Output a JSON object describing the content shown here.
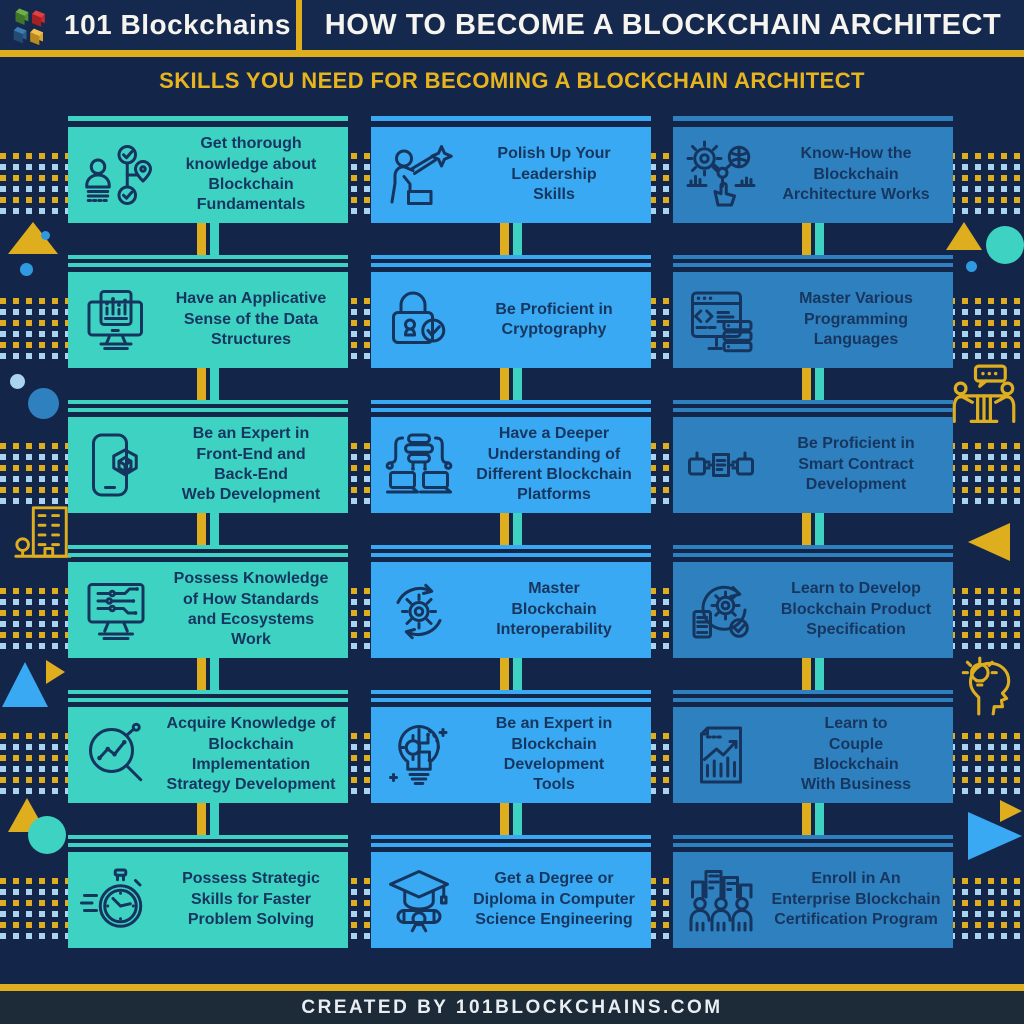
{
  "header": {
    "logo": {
      "text": "101 Blockchains",
      "icon": "logo-cubes"
    },
    "title": "HOW TO BECOME A BLOCKCHAIN ARCHITECT"
  },
  "subtitle": "SKILLS YOU NEED FOR BECOMING A BLOCKCHAIN ARCHITECT",
  "footer": {
    "text": "CREATED BY 101BLOCKCHAINS.COM"
  },
  "colors": {
    "background": "#13264a",
    "accent_yellow": "#dfae1e",
    "teal": "#3ed2c3",
    "blue": "#38a9f2",
    "steel": "#2f80bf",
    "card_text": "#17365f",
    "dot_blue": "#a9d3ef",
    "footer_bg": "#1d2a38"
  },
  "cards": [
    {
      "label": "Get thorough\nknowledge about\nBlockchain\nFundamentals",
      "variant": "teal",
      "icon": "roadmap-person"
    },
    {
      "label": "Polish Up Your\nLeadership\nSkills",
      "variant": "blue",
      "icon": "leadership-star"
    },
    {
      "label": "Know-How the\nBlockchain\nArchitecture Works",
      "variant": "steel",
      "icon": "architecture-gears"
    },
    {
      "label": "Have an Applicative\nSense of the Data\nStructures",
      "variant": "teal",
      "icon": "data-monitor"
    },
    {
      "label": "Be Proficient in\nCryptography",
      "variant": "blue",
      "icon": "cryptography-lock"
    },
    {
      "label": "Master Various\nProgramming\nLanguages",
      "variant": "steel",
      "icon": "code-window"
    },
    {
      "label": "Be an Expert in\nFront-End and\nBack-End\nWeb Development",
      "variant": "teal",
      "icon": "mobile-shield"
    },
    {
      "label": "Have a Deeper\nUnderstanding of\nDifferent Blockchain\nPlatforms",
      "variant": "blue",
      "icon": "platforms-network"
    },
    {
      "label": "Be Proficient in\nSmart Contract\nDevelopment",
      "variant": "steel",
      "icon": "smart-contract-plug"
    },
    {
      "label": "Possess Knowledge\nof How Standards\nand Ecosystems\nWork",
      "variant": "teal",
      "icon": "standards-circuit"
    },
    {
      "label": "Master\nBlockchain\nInteroperability",
      "variant": "blue",
      "icon": "interoperability-gear"
    },
    {
      "label": "Learn to Develop\nBlockchain Product\nSpecification",
      "variant": "steel",
      "icon": "product-spec-cycle"
    },
    {
      "label": "Acquire Knowledge of\nBlockchain\nImplementation\nStrategy Development",
      "variant": "teal",
      "icon": "strategy-magnifier"
    },
    {
      "label": "Be an Expert in\nBlockchain\nDevelopment\nTools",
      "variant": "blue",
      "icon": "devtools-bulb"
    },
    {
      "label": "Learn to\nCouple\nBlockchain\nWith Business",
      "variant": "steel",
      "icon": "business-chart"
    },
    {
      "label": "Possess Strategic\nSkills for Faster\nProblem Solving",
      "variant": "teal",
      "icon": "stopwatch-speed"
    },
    {
      "label": "Get a Degree or\nDiploma in Computer\nScience Engineering",
      "variant": "blue",
      "icon": "degree-diploma"
    },
    {
      "label": "Enroll in An\nEnterprise Blockchain\nCertification Program",
      "variant": "steel",
      "icon": "enterprise-people"
    }
  ]
}
